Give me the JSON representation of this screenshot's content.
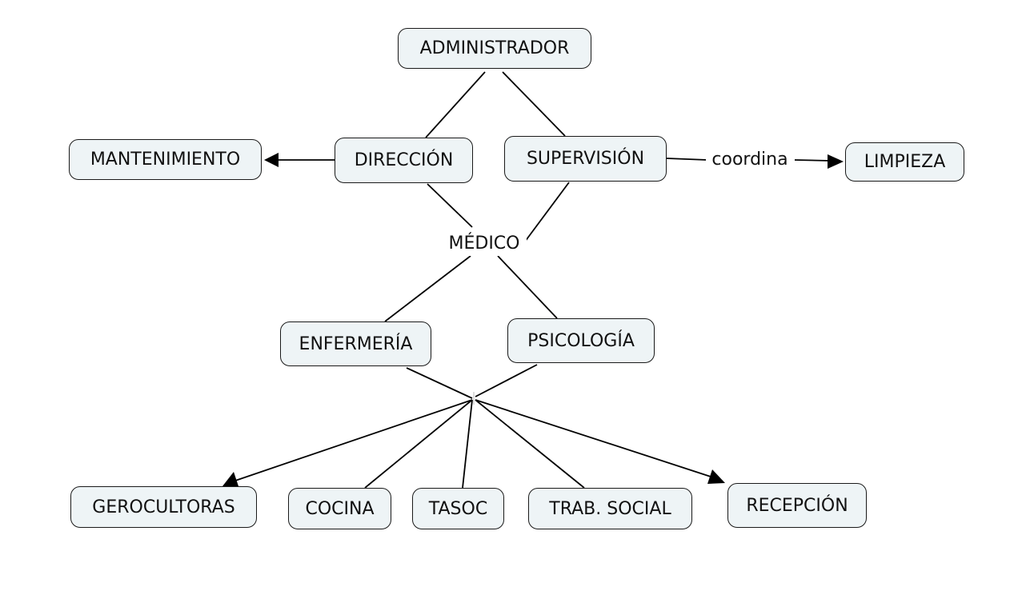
{
  "nodes": {
    "administrador": "ADMINISTRADOR",
    "mantenimiento": "MANTENIMIENTO",
    "direccion": "DIRECCIÓN",
    "supervision": "SUPERVISIÓN",
    "limpieza": "LIMPIEZA",
    "enfermeria": "ENFERMERÍA",
    "psicologia": "PSICOLOGÍA",
    "gerocultoras": "GEROCULTORAS",
    "cocina": "COCINA",
    "tasoc": "TASOC",
    "trab_social": "TRAB. SOCIAL",
    "recepcion": "RECEPCIÓN"
  },
  "link_labels": {
    "medico": "MÉDICO",
    "coordina": "coordina"
  },
  "colors": {
    "node_fill": "#eef4f6",
    "node_border": "#1a1a1a",
    "line": "#000000"
  }
}
